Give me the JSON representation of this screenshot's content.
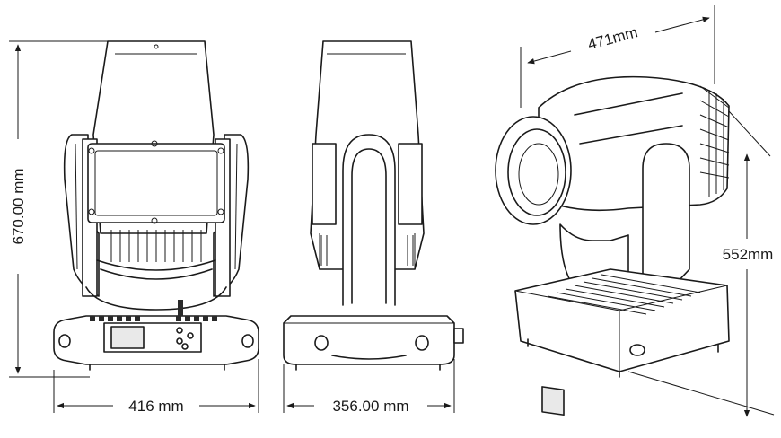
{
  "dimensions": {
    "height_front": "670.00 mm",
    "width_front": "416 mm",
    "depth_side": "356.00 mm",
    "length_iso": "471mm",
    "height_iso": "552mm"
  }
}
